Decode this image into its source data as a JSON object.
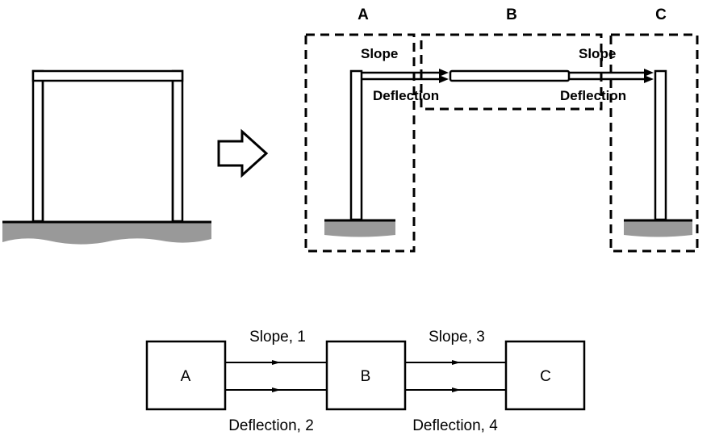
{
  "top": {
    "section_labels": {
      "a": "A",
      "b": "B",
      "c": "C"
    },
    "left_link": {
      "slope": "Slope",
      "deflection": "Deflection"
    },
    "right_link": {
      "slope": "Slope",
      "deflection": "Deflection"
    }
  },
  "bottom": {
    "boxes": {
      "a": "A",
      "b": "B",
      "c": "C"
    },
    "links": {
      "slope_1": "Slope, 1",
      "deflection_2": "Deflection, 2",
      "slope_3": "Slope, 3",
      "deflection_4": "Deflection, 4"
    }
  },
  "colors": {
    "ground": "#999999",
    "ink": "#000000",
    "background": "#ffffff"
  }
}
